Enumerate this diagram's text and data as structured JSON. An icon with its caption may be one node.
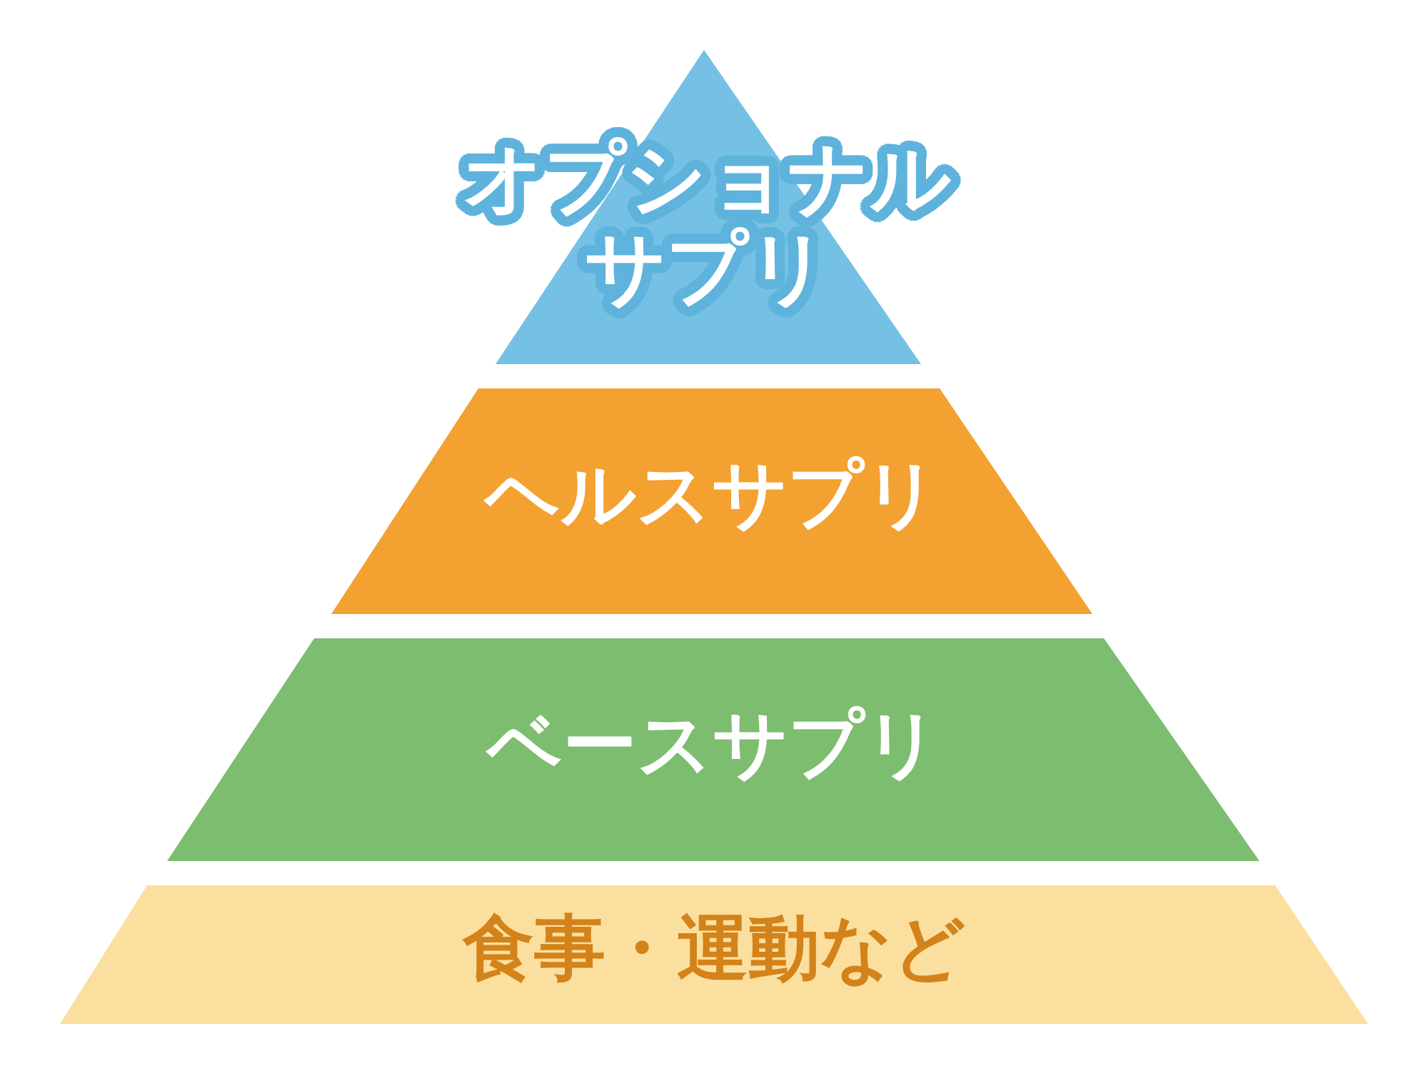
{
  "diagram": {
    "nodes": [
      {
        "text": [
          "オプショナルサプリ"
        ]
      },
      {
        "text": [
          "ヘルスサプリ"
        ]
      },
      {
        "text": [
          "ベースサプリ"
        ]
      },
      {
        "text": [
          "食事・運動など"
        ]
      }
    ]
  }
}
